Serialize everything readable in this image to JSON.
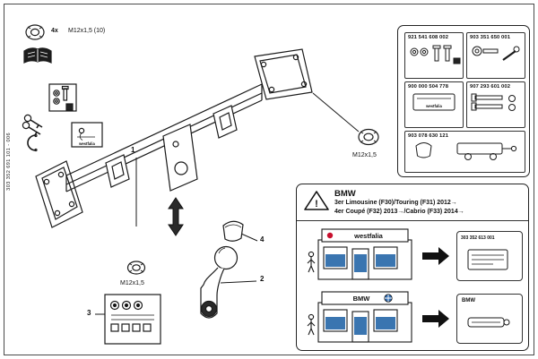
{
  "colors": {
    "line": "#1a1a1a",
    "window_blue": "#3a75b0",
    "bmw_roundel_blue": "#2f6cb3",
    "westfalia_red": "#c8102e"
  },
  "doc": {
    "side_code": "303 352 691 101 - 006",
    "qty": "4x",
    "bolt_spec": "M12x1,5 (10)",
    "nut_spec_upper": "M12x1,5",
    "nut_spec_lower": "M12x1,5",
    "callout_1": "1",
    "callout_2": "2",
    "callout_3": "3",
    "callout_4": "4"
  },
  "mini_label": {
    "brand": "westfalia"
  },
  "parts_box": {
    "items": [
      {
        "number": "921 541 608 002"
      },
      {
        "number": "903 351 650 001"
      },
      {
        "number": "900 000 504 778",
        "micro": "westfalia"
      },
      {
        "number": "907 293 601 002"
      },
      {
        "number": "903 078 630 121"
      }
    ]
  },
  "vehicle_box": {
    "warning": "!",
    "brand": "BMW",
    "line1": "3er Limousine (F30)/Touring (F31) 2012→",
    "line2": "4er Coupé (F32) 2013→/Cabrio (F33) 2014→",
    "shops": [
      {
        "sign": "westfalia",
        "part_number": "303 352 613 001"
      },
      {
        "sign": "BMW",
        "part_label": "BMW"
      }
    ]
  }
}
